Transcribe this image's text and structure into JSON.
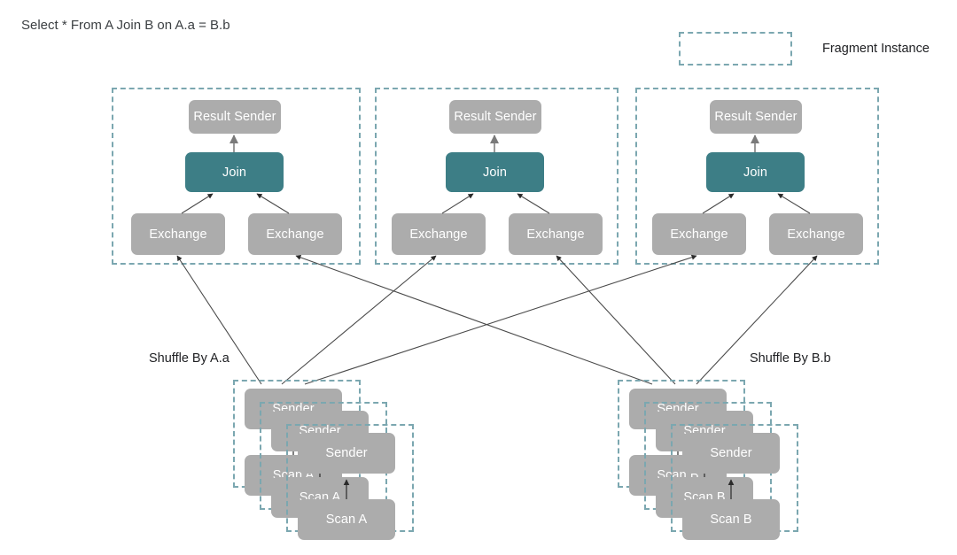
{
  "title": "Select * From A Join B on A.a = B.b",
  "legend": {
    "label": "Fragment Instance",
    "swatch_name": "dashed-rectangle"
  },
  "colors": {
    "node_gray": "#acacac",
    "node_teal": "#3d7e86",
    "fragment_border": "#7ba7b0",
    "edge": "#4a4a4a",
    "text": "#202124",
    "node_text": "#ffffff",
    "background": "#ffffff"
  },
  "labels": {
    "result_sender": "Result Sender",
    "join": "Join",
    "exchange": "Exchange",
    "sender": "Sender",
    "scan_a": "Scan A",
    "scan_b": "Scan B"
  },
  "captions": {
    "shuffle_left": "Shuffle By A.a",
    "shuffle_right": "Shuffle By B.b"
  },
  "upper_fragments": [
    {
      "id": "fragment-instance-1",
      "result_sender": "Result Sender",
      "join": "Join",
      "exchange_left": "Exchange",
      "exchange_right": "Exchange"
    },
    {
      "id": "fragment-instance-2",
      "result_sender": "Result Sender",
      "join": "Join",
      "exchange_left": "Exchange",
      "exchange_right": "Exchange"
    },
    {
      "id": "fragment-instance-3",
      "result_sender": "Result Sender",
      "join": "Join",
      "exchange_left": "Exchange",
      "exchange_right": "Exchange"
    }
  ],
  "leaf_stacks": [
    {
      "id": "scan-a-stack",
      "scan_label": "Scan A",
      "sender_label": "Sender",
      "instances": 3
    },
    {
      "id": "scan-b-stack",
      "scan_label": "Scan B",
      "sender_label": "Sender",
      "instances": 3
    }
  ]
}
